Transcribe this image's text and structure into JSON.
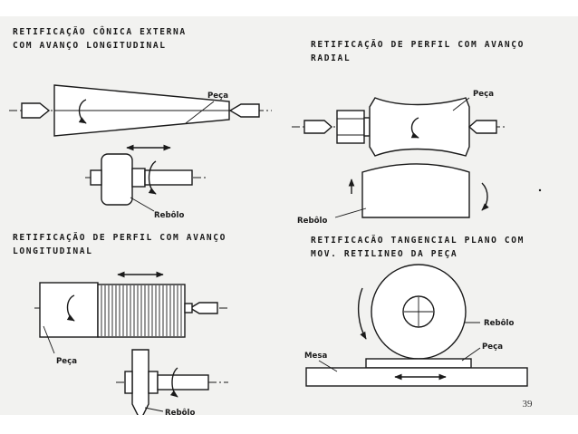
{
  "panels": [
    {
      "title_line1": "RETIFICAÇÃO CÔNICA EXTERNA",
      "title_line2": "COM AVANÇO LONGITUDINAL",
      "label_piece": "Peça",
      "label_wheel": "Rebôlo"
    },
    {
      "title_line1": "RETIFICAÇÃO DE PERFIL COM AVANÇO",
      "title_line2": "RADIAL",
      "label_piece": "Peça",
      "label_wheel": "Rebôlo"
    },
    {
      "title_line1": "RETIFICAÇÃO DE PERFIL COM AVANÇO",
      "title_line2": "LONGITUDINAL",
      "label_piece": "Peça",
      "label_wheel": "Rebôlo"
    },
    {
      "title_line1": "RETIFICACÃO TANGENCIAL PLANO COM",
      "title_line2": "MOV. RETILINEO DA PEÇA",
      "label_wheel": "Rebôlo",
      "label_piece": "Peça",
      "label_table": "Mesa"
    }
  ],
  "page_number": "39",
  "colors": {
    "ink": "#1a1a1a",
    "paper": "#f2f2f0",
    "background": "#ffffff"
  }
}
